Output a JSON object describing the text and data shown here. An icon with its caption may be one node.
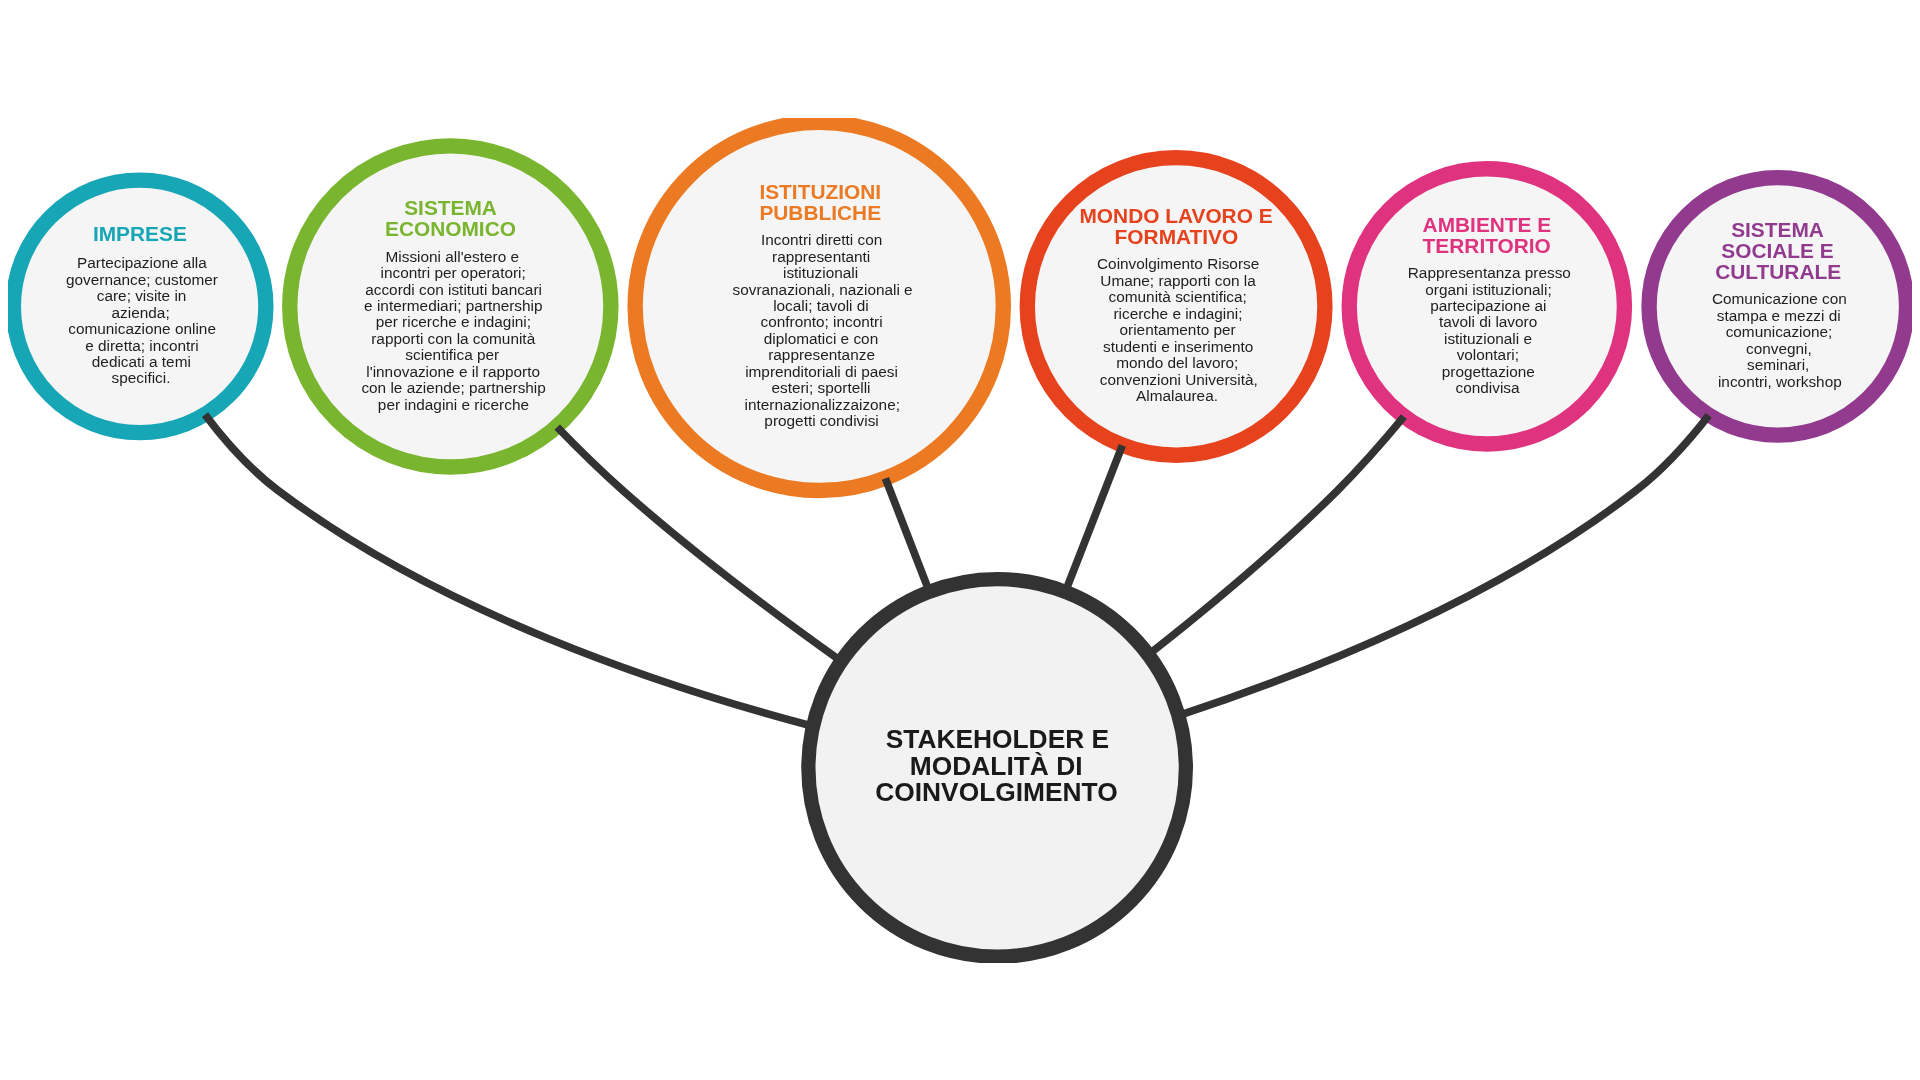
{
  "diagram": {
    "nodes": [
      {
        "text": [
          "STAKEHOLDER E MODALITÀ DI COINVOLGIMENTO"
        ]
      },
      {
        "text": [
          "IMPRESE",
          "Partecipazione alla governance; customer care; visite in azienda; comunicazione online e diretta; incontri dedicati a temi specifici."
        ]
      },
      {
        "text": [
          "SISTEMA ECONOMICO",
          "Missioni all'estero e incontri per operatori; accordi con istituti bancari e intermediari; partnership per ricerche e indagini; rapporti con la comunità scientifica per l'innovazione e il rapporto con le aziende; partnership per indagini e ricerche"
        ]
      },
      {
        "text": [
          "ISTITUZIONI PUBBLICHE",
          "Incontri diretti con rappresentanti istituzionali sovranazionali, nazionali e locali; tavoli di confronto; incontri diplomatici e con rappresentanze imprenditoriali di paesi esteri; sportelli internazionalizzaizone; progetti condivisi"
        ]
      },
      {
        "text": [
          "MONDO LAVORO E FORMATIVO",
          "Coinvolgimento Risorse Umane; rapporti con la comunità scientifica; ricerche e indagini; orientamento per studenti e inserimento mondo del lavoro; convenzioni Università, Almalaurea."
        ]
      },
      {
        "text": [
          "AMBIENTE E TERRITORIO",
          "Rappresentanza presso organi istituzionali; partecipazione ai tavoli di lavoro istituzionali e volontari; progettazione condivisa"
        ]
      },
      {
        "text": [
          "SISTEMA SOCIALE E CULTURALE",
          "Comunicazione con stampa e mezzi di comunicazione; convegni, seminari, incontri, workshop"
        ]
      }
    ],
    "edges": [
      {
        "from": 0,
        "to": 1,
        "arrow": "none"
      },
      {
        "from": 0,
        "to": 2,
        "arrow": "none"
      },
      {
        "from": 0,
        "to": 3,
        "arrow": "none"
      },
      {
        "from": 0,
        "to": 4,
        "arrow": "none"
      },
      {
        "from": 0,
        "to": 5,
        "arrow": "none"
      },
      {
        "from": 0,
        "to": 6,
        "arrow": "none"
      }
    ]
  }
}
